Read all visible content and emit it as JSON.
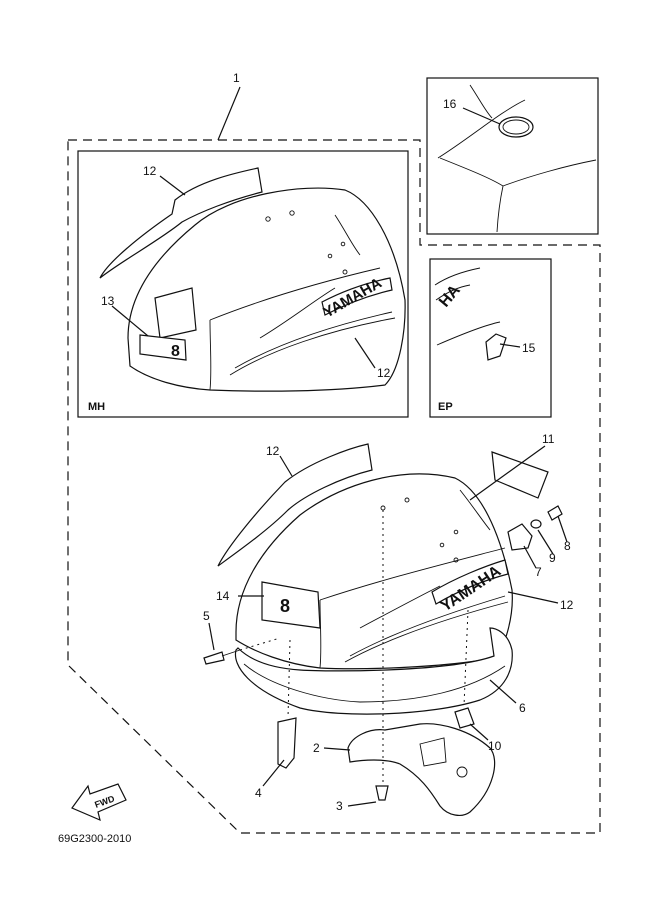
{
  "callouts": [
    "1",
    "2",
    "3",
    "4",
    "5",
    "6",
    "7",
    "8",
    "9",
    "10",
    "11",
    "12",
    "13",
    "14",
    "15",
    "16"
  ],
  "inset_mh": {
    "label": "MH",
    "callouts": {
      "top_decal": "12",
      "emblem": "13",
      "side_decal": "12"
    }
  },
  "inset_ep": {
    "label": "EP",
    "callout": "15"
  },
  "inset_top": {
    "callout": "16"
  },
  "cowling_brand": "YAMAHA",
  "emblem_number": "8",
  "direction_arrow": "FWD",
  "drawing_code": "69G2300-2010"
}
